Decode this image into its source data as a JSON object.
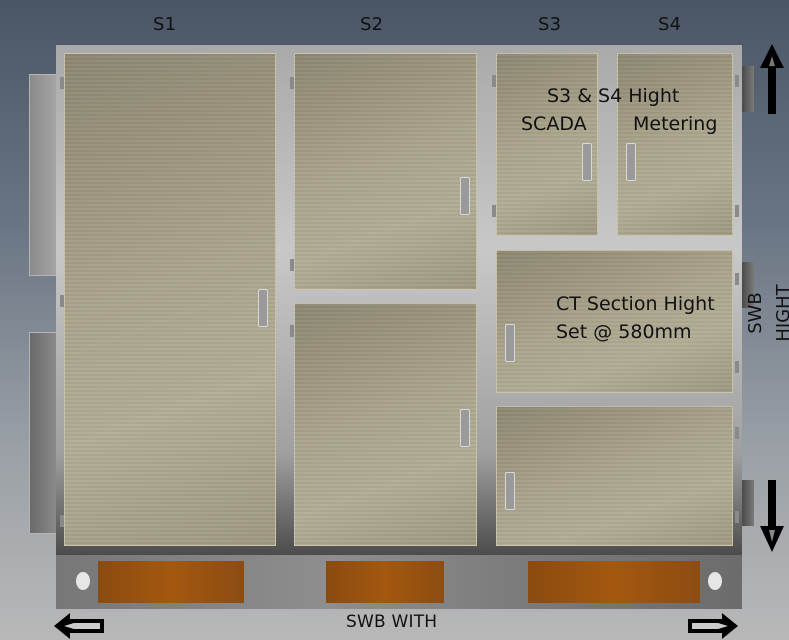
{
  "section_labels": [
    "S1",
    "S2",
    "S3",
    "S4"
  ],
  "annotations": {
    "s3_s4_height": "S3 & S4 Hight",
    "scada": "SCADA",
    "metering": "Metering",
    "ct_section_line1": "CT Section Hight",
    "ct_section_line2": "Set @ 580mm",
    "swb_height": "SWB HIGHT",
    "swb_width": "SWB WITH"
  },
  "icons": {
    "arrow_up": "up-arrow-icon",
    "arrow_down": "down-arrow-icon",
    "arrow_left": "left-arrow-icon",
    "arrow_right": "right-arrow-icon"
  },
  "colors": {
    "door": "#aaa48c",
    "frame": "#b4b4b4",
    "gland_plate": "#9a5210",
    "background_top": "#4a5565"
  }
}
